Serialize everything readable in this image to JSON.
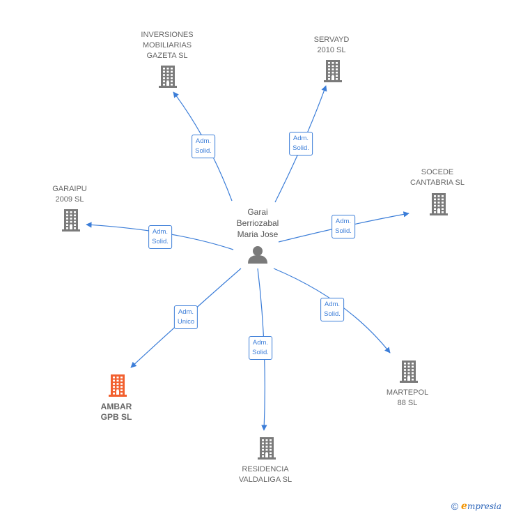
{
  "center": {
    "lines": [
      "Garai",
      "Berriozabal",
      "Maria Jose"
    ]
  },
  "nodes": [
    {
      "id": "inversiones",
      "lines": [
        "INVERSIONES",
        "MOBILIARIAS",
        "GAZETA  SL"
      ],
      "highlight": false,
      "edge": [
        "Adm.",
        "Solid."
      ]
    },
    {
      "id": "servayd",
      "lines": [
        "SERVAYD",
        "2010 SL"
      ],
      "highlight": false,
      "edge": [
        "Adm.",
        "Solid."
      ]
    },
    {
      "id": "socede",
      "lines": [
        "SOCEDE",
        "CANTABRIA SL"
      ],
      "highlight": false,
      "edge": [
        "Adm.",
        "Solid."
      ]
    },
    {
      "id": "garaipu",
      "lines": [
        "GARAIPU",
        "2009 SL"
      ],
      "highlight": false,
      "edge": [
        "Adm.",
        "Solid."
      ]
    },
    {
      "id": "martepol",
      "lines": [
        "MARTEPOL",
        "88  SL"
      ],
      "highlight": false,
      "edge": [
        "Adm.",
        "Solid."
      ]
    },
    {
      "id": "residencia",
      "lines": [
        "RESIDENCIA",
        "VALDALIGA SL"
      ],
      "highlight": false,
      "edge": [
        "Adm.",
        "Solid."
      ]
    },
    {
      "id": "ambar",
      "lines": [
        "AMBAR",
        "GPB  SL"
      ],
      "highlight": true,
      "edge": [
        "Adm.",
        "Unico"
      ]
    }
  ],
  "colors": {
    "edge": "#3b7dd8",
    "building": "#7a7a7a",
    "building_highlight": "#f2602f",
    "person": "#7a7a7a"
  },
  "icons": {
    "company": "building-icon",
    "person": "person-icon"
  },
  "footer": {
    "copyright": "©",
    "brand_initial": "e",
    "brand_rest": "mpresia"
  }
}
